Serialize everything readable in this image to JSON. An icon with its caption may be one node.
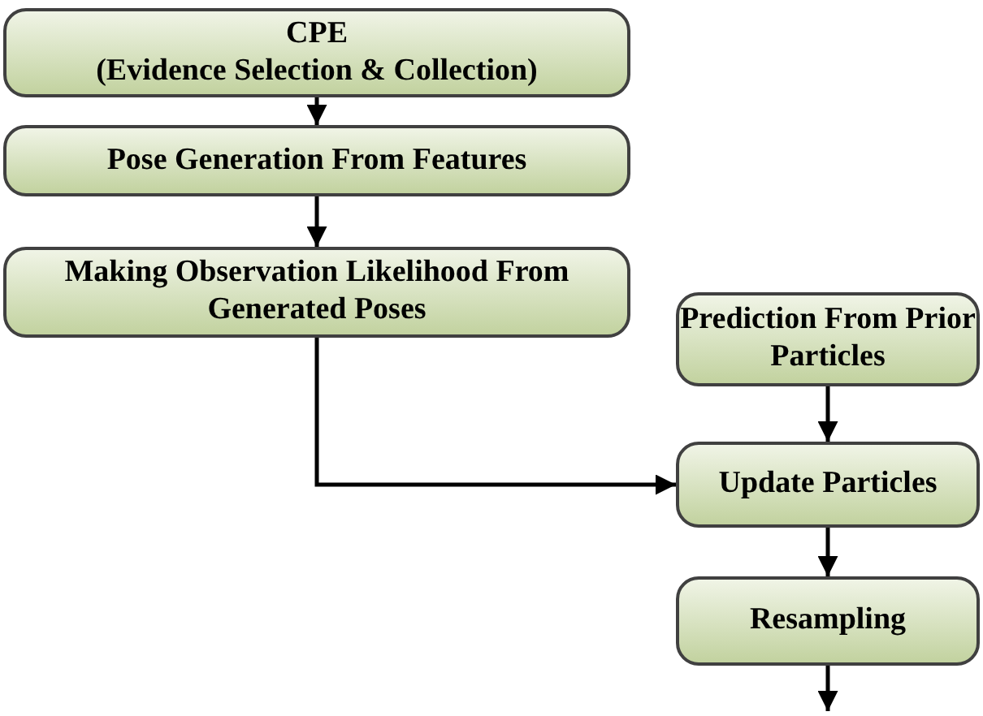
{
  "diagram": {
    "nodes": [
      {
        "text": [
          "CPE",
          "(Evidence Selection & Collection)"
        ]
      },
      {
        "text": [
          "Pose Generation From Features"
        ]
      },
      {
        "text": [
          "Making Observation Likelihood From Generated Poses"
        ]
      },
      {
        "text": [
          "Prediction From Prior Particles"
        ]
      },
      {
        "text": [
          "Update Particles"
        ]
      },
      {
        "text": [
          "Resampling"
        ]
      }
    ],
    "edges": [
      {
        "from": 0,
        "to": 1,
        "arrow": "to"
      },
      {
        "from": 1,
        "to": 2,
        "arrow": "to"
      },
      {
        "from": 2,
        "to": 4,
        "arrow": "to"
      },
      {
        "from": 3,
        "to": 4,
        "arrow": "to"
      },
      {
        "from": 4,
        "to": 5,
        "arrow": "to"
      },
      {
        "from": 5,
        "to": null,
        "arrow": "to"
      }
    ]
  }
}
